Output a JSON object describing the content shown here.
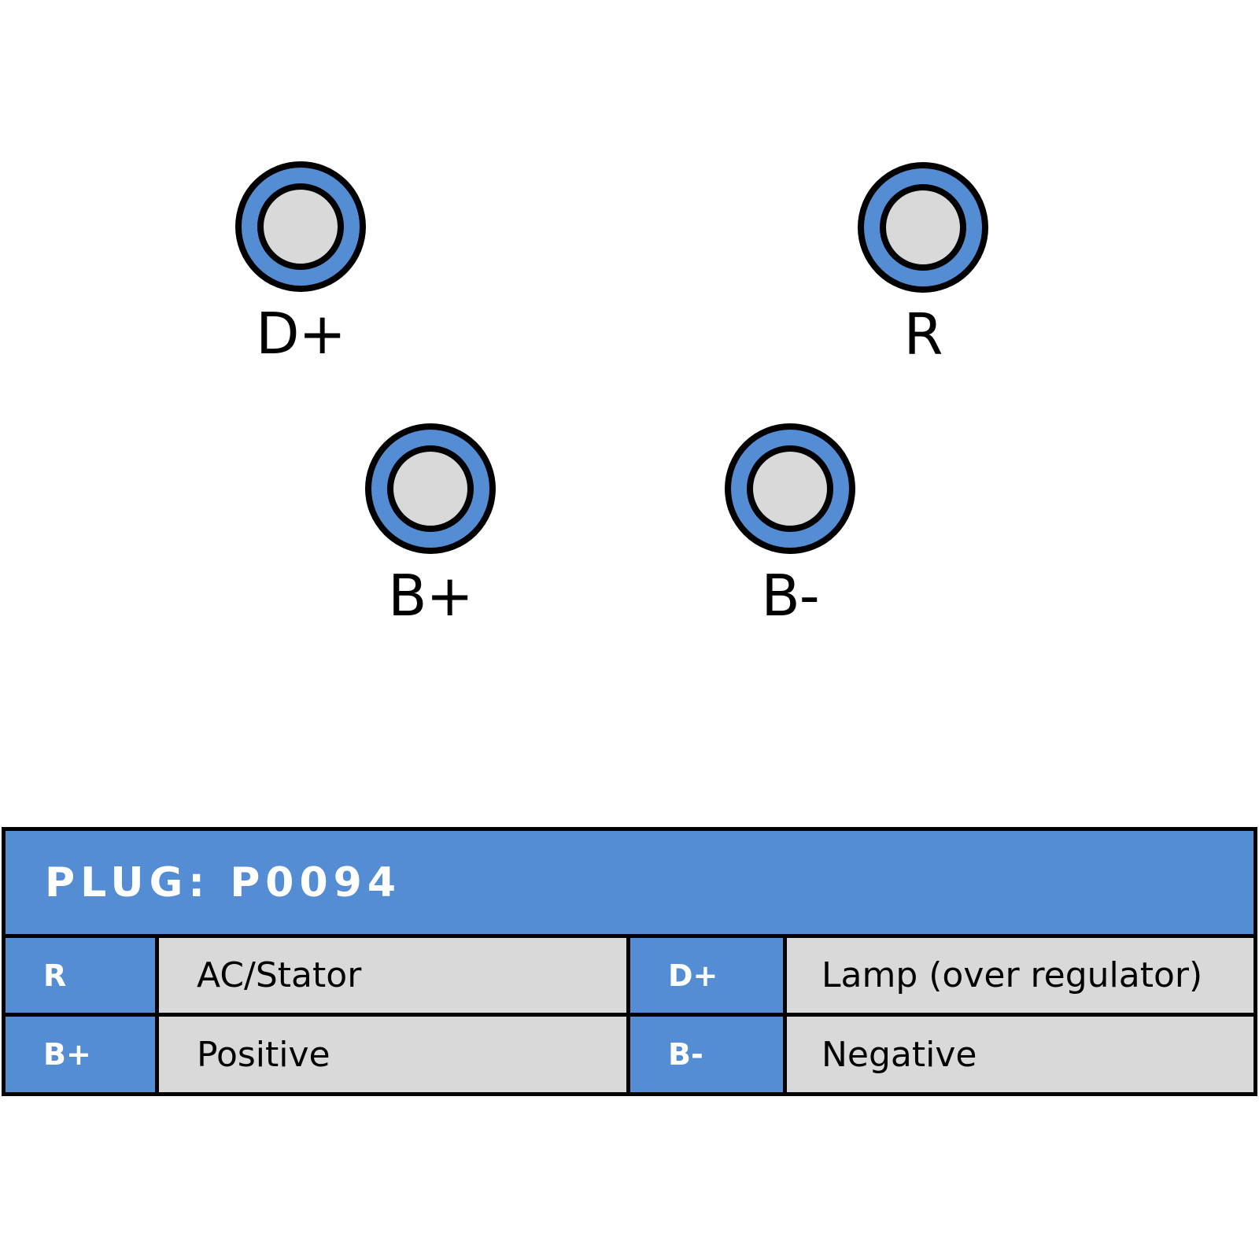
{
  "terminals": [
    {
      "label": "D+"
    },
    {
      "label": "R"
    },
    {
      "label": "B+"
    },
    {
      "label": "B-"
    }
  ],
  "colors": {
    "accent": "#558dd5",
    "cell_fill": "#d9d9d9",
    "outline": "#000000",
    "header_text": "#ffffff"
  },
  "plug": {
    "title": "PLUG: P0094",
    "rows": [
      [
        {
          "code": "R",
          "description": "AC/Stator"
        },
        {
          "code": "D+",
          "description": "Lamp (over regulator)"
        }
      ],
      [
        {
          "code": "B+",
          "description": "Positive"
        },
        {
          "code": "B-",
          "description": "Negative"
        }
      ]
    ]
  }
}
